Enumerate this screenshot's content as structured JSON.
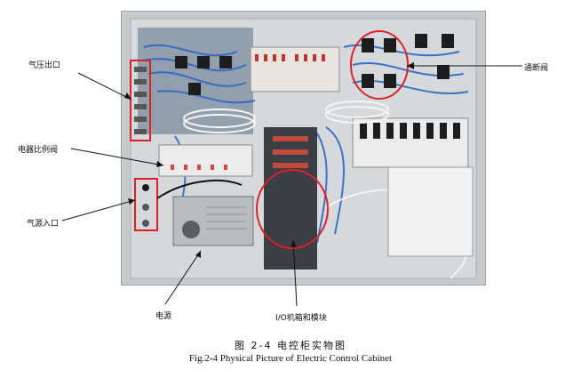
{
  "figure": {
    "labels": {
      "pressure_outlet": "气压出口",
      "proportional_valve": "电器比例阀",
      "air_inlet": "气源入口",
      "power_supply": "电源",
      "shutoff_valve": "通断阀",
      "io_module": "I/O机箱和模块"
    },
    "caption_cn": "图 2-4  电控柜实物图",
    "caption_en": "Fig.2-4 Physical Picture of Electric Control Cabinet"
  },
  "colors": {
    "highlight_circle": "#e01f26",
    "cable_blue": "#2a66c8",
    "panel_gray": "#c9cdd0"
  }
}
